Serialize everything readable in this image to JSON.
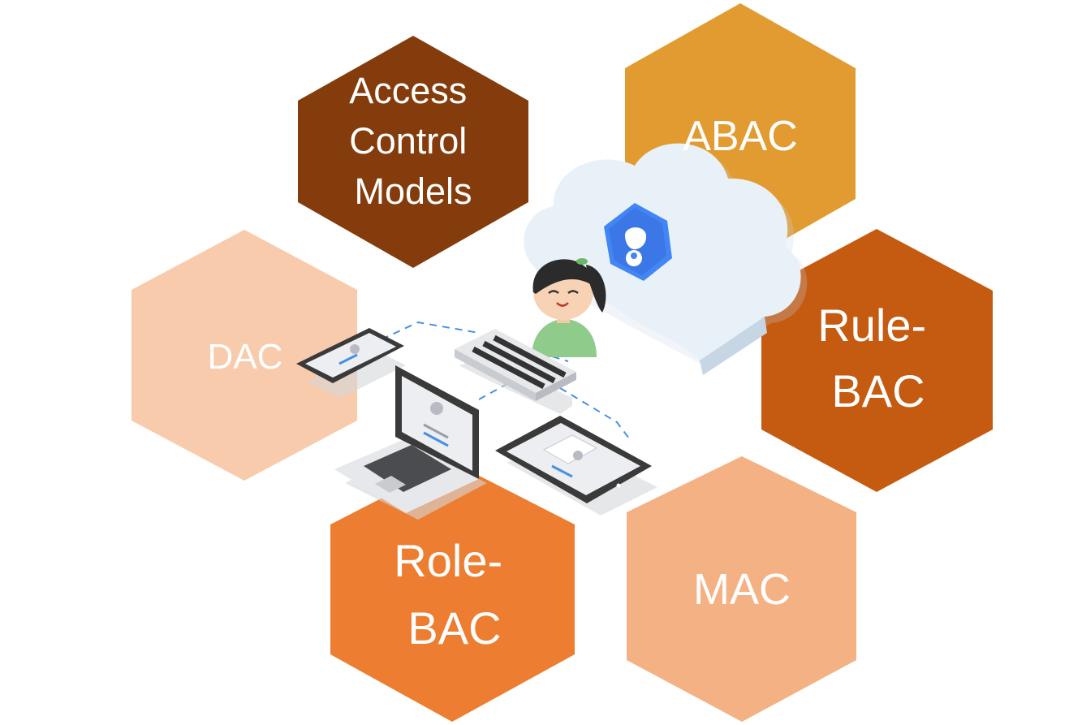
{
  "diagram": {
    "hexagons": [
      {
        "id": "center",
        "lines": [
          "Access",
          "Control",
          "Models"
        ],
        "color": "#843C0C"
      },
      {
        "id": "abac",
        "lines": [
          "ABAC"
        ],
        "color": "#E29B30"
      },
      {
        "id": "dac",
        "lines": [
          "DAC"
        ],
        "color": "#F8CBAD"
      },
      {
        "id": "rule-bac",
        "lines": [
          "Rule-",
          "BAC"
        ],
        "color": "#C55A11"
      },
      {
        "id": "role-bac",
        "lines": [
          "Role-",
          "BAC"
        ],
        "color": "#ED7D31"
      },
      {
        "id": "mac",
        "lines": [
          "MAC"
        ],
        "color": "#F4B183"
      }
    ],
    "illustration": {
      "icons": [
        "cloud-icon",
        "shield-user-icon",
        "person-avatar-icon",
        "phone-login-icon",
        "server-icon",
        "laptop-login-icon",
        "tablet-login-icon"
      ],
      "colors": {
        "cloud": "#E9F1F8",
        "shield": "#4285F4",
        "shirt": "#8FCB8B",
        "hair": "#2B2B2B",
        "device_frame": "#3A3A3A",
        "device_body": "#E6E8EB",
        "link": "#4A90E2"
      }
    }
  }
}
